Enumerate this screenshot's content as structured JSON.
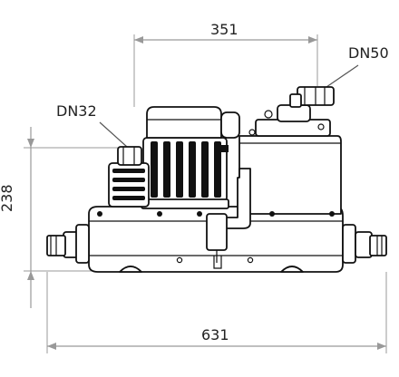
{
  "dimensions": {
    "width_top": "351",
    "width_total": "631",
    "height": "238"
  },
  "connections": {
    "outlet": "DN50",
    "inlet": "DN32"
  },
  "colors": {
    "line": "#111111",
    "dimension": "#999999",
    "background": "#ffffff"
  }
}
